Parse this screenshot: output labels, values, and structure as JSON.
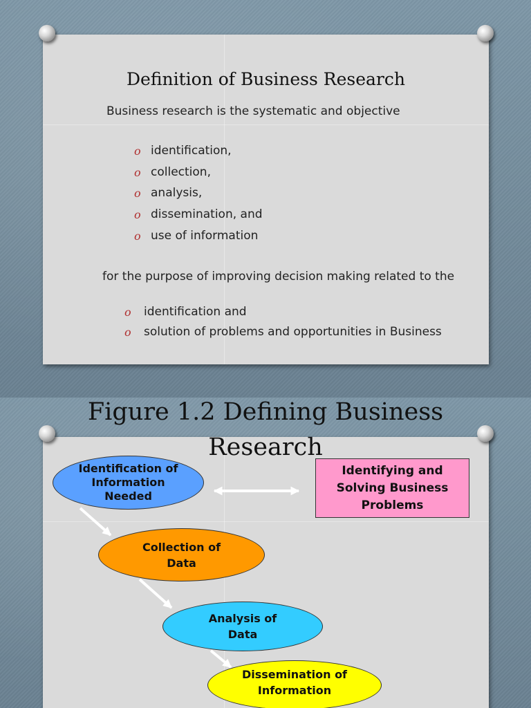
{
  "slide1": {
    "title": "Definition of Business Research",
    "intro": "Business research is the systematic and objective",
    "bullets": [
      "identification,",
      "collection,",
      "analysis,",
      "dissemination, and",
      "use of information"
    ],
    "bullet_glyph": "o",
    "purpose": "for the purpose of improving decision making related to the",
    "bullets2": [
      "identification and",
      "solution of problems and opportunities in Business"
    ]
  },
  "slide2": {
    "title_line1": "Figure 1.2  Defining Business",
    "title_line2": "Research",
    "nodes": {
      "identification": "Identification of Information Needed",
      "problems": "Identifying and Solving Business Problems",
      "collection": "Collection of Data",
      "analysis": "Analysis of Data",
      "dissemination": "Dissemination of Information"
    }
  },
  "colors": {
    "background": "#6f8797",
    "card": "#dadada",
    "bullet": "#b03030",
    "identification": "#5aa0ff",
    "problems": "#ff99cc",
    "collection": "#ff9900",
    "analysis": "#33ccff",
    "dissemination": "#ffff00"
  },
  "icons": [
    "pushpin-icon",
    "double-arrow-icon",
    "arrow-icon"
  ]
}
